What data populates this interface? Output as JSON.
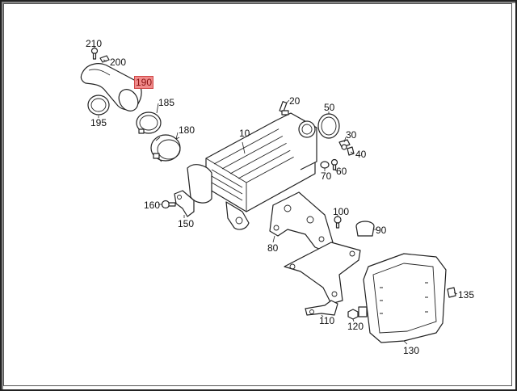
{
  "diagram": {
    "highlight_color": "#f08a8a",
    "callouts": [
      {
        "id": "210",
        "label": "210"
      },
      {
        "id": "200",
        "label": "200"
      },
      {
        "id": "190",
        "label": "190",
        "highlighted": true
      },
      {
        "id": "195",
        "label": "195"
      },
      {
        "id": "185",
        "label": "185"
      },
      {
        "id": "180",
        "label": "180"
      },
      {
        "id": "20",
        "label": "20"
      },
      {
        "id": "50",
        "label": "50"
      },
      {
        "id": "10",
        "label": "10"
      },
      {
        "id": "30",
        "label": "30"
      },
      {
        "id": "40",
        "label": "40"
      },
      {
        "id": "70",
        "label": "70"
      },
      {
        "id": "60",
        "label": "60"
      },
      {
        "id": "160",
        "label": "160"
      },
      {
        "id": "150",
        "label": "150"
      },
      {
        "id": "100",
        "label": "100"
      },
      {
        "id": "90",
        "label": "90"
      },
      {
        "id": "80",
        "label": "80"
      },
      {
        "id": "135",
        "label": "135"
      },
      {
        "id": "110",
        "label": "110"
      },
      {
        "id": "120",
        "label": "120"
      },
      {
        "id": "130",
        "label": "130"
      }
    ]
  }
}
